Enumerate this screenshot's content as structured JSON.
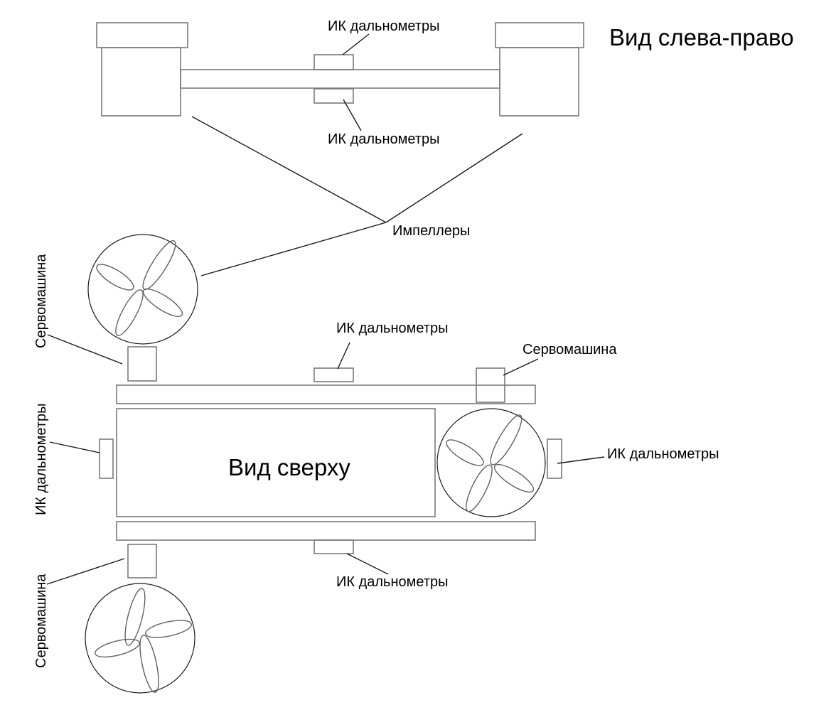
{
  "diagram": {
    "titles": {
      "side_view": "Вид слева-право",
      "top_view": "Вид сверху"
    },
    "labels": {
      "ir_rangefinders": "ИК дальнометры",
      "impellers": "Импеллеры",
      "servo": "Сервомашина"
    },
    "colors": {
      "outline": "#7a7a7a",
      "leader_line": "#1a1a1a",
      "text": "#000000",
      "background": "#ffffff"
    }
  }
}
